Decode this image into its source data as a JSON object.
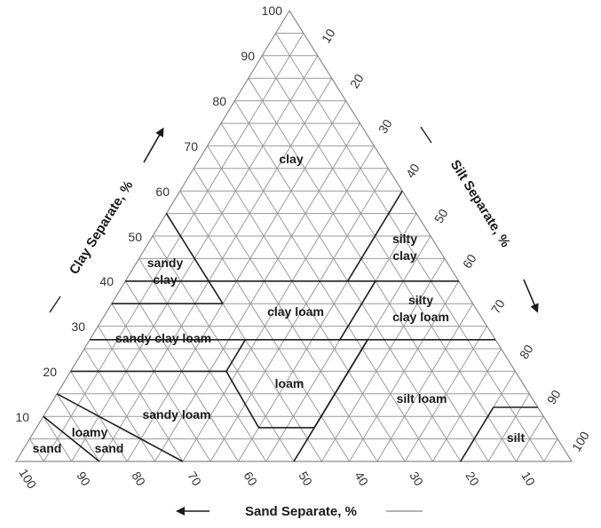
{
  "diagram": {
    "clay_ticks": [
      "10",
      "20",
      "30",
      "40",
      "50",
      "60",
      "70",
      "80",
      "90",
      "100"
    ],
    "silt_ticks": [
      "10",
      "20",
      "30",
      "40",
      "50",
      "60",
      "70",
      "80",
      "90",
      "100"
    ],
    "sand_ticks": [
      "10",
      "20",
      "30",
      "40",
      "50",
      "60",
      "70",
      "80",
      "90",
      "100"
    ],
    "axes": {
      "clay": "Clay Separate, %",
      "silt": "Silt Separate, %",
      "sand": "Sand Separate, %"
    },
    "regions": {
      "clay": "clay",
      "silty_clay_1": "silty",
      "silty_clay_2": "clay",
      "sandy_clay_1": "sandy",
      "sandy_clay_2": "clay",
      "clay_loam": "clay loam",
      "silty_clay_loam_1": "silty",
      "silty_clay_loam_2": "clay loam",
      "sandy_clay_loam": "sandy clay loam",
      "loam": "loam",
      "silt_loam": "silt loam",
      "sandy_loam": "sandy loam",
      "loamy_sand_1": "loamy",
      "loamy_sand_2": "sand",
      "sand": "sand",
      "silt": "silt"
    },
    "colors": {
      "grid": "#9a9a9a",
      "boundary": "#1f1f1f",
      "text": "#1a1a1a"
    }
  }
}
